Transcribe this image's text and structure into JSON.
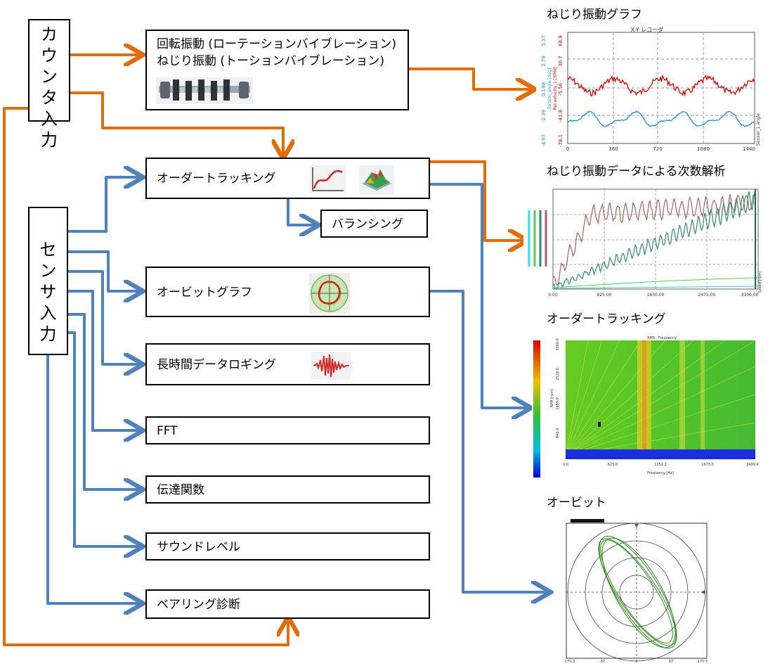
{
  "inputs": {
    "counter": "カウンタ入力",
    "sensor": "センサ入力"
  },
  "functions": {
    "rotation_line1": "回転振動 (ローテーションバイブレーション)",
    "rotation_line2": "ねじり振動 (トーションバイブレーション)",
    "order_tracking": "オーダートラッキング",
    "balancing": "バランシング",
    "orbit_graph": "オービットグラフ",
    "long_logging": "長時間データロギング",
    "fft": "FFT",
    "transfer_function": "伝達関数",
    "sound_level": "サウンドレベル",
    "bearing_diagnosis": "ベアリング診断"
  },
  "graphs": {
    "torsion_title": "ねじり振動グラフ",
    "torsion_window": "X-Y レコーダ",
    "torsion_x_ticks": [
      "0",
      "360",
      "720",
      "1080",
      "1440"
    ],
    "torsion_left_ticks": [
      "5.37",
      "2.79",
      "0.198",
      "-2.39",
      "-4.97"
    ],
    "torsion_right_ticks": [
      "68.9",
      "30.7",
      "-5.56",
      "-41.8",
      "-78.1"
    ],
    "torsion_axis_left": "Torsion_angle [deg]",
    "torsion_axis_right": "Rel.velocity_1 [RPM]",
    "torsion_axis_x": "Sensor_1 angle",
    "order_analysis_title": "ねじり振動データによる次数解析",
    "order_x_ticks": [
      "0.00",
      "825.00",
      "1650.00",
      "2475.00",
      "3300.00"
    ],
    "order_axis_x": "Speed [rpm]",
    "order_tracking_title": "オーダートラッキング",
    "order_map_header": "RMS - Frequency",
    "order_map_x_ticks": [
      "0.0",
      "625.0",
      "1251.2",
      "1873.0",
      "2499.4"
    ],
    "order_map_x_label": "Frequency [Hz]",
    "order_map_y_ticks": [
      "3360.0",
      "2520.0",
      "1680.0",
      "840.0"
    ],
    "order_map_y_label": "RPM [rpm]",
    "orbit_title": "オービット",
    "orbit_ticks": [
      "-170.3",
      "-87",
      "0",
      "87",
      "170.3"
    ]
  },
  "colors": {
    "orange_arrow": "#e36c09",
    "blue_arrow": "#4f81bd",
    "torsion_red": "#e00000",
    "torsion_blue": "#1f8fe0",
    "orbit_green": "#2f8a1e"
  }
}
